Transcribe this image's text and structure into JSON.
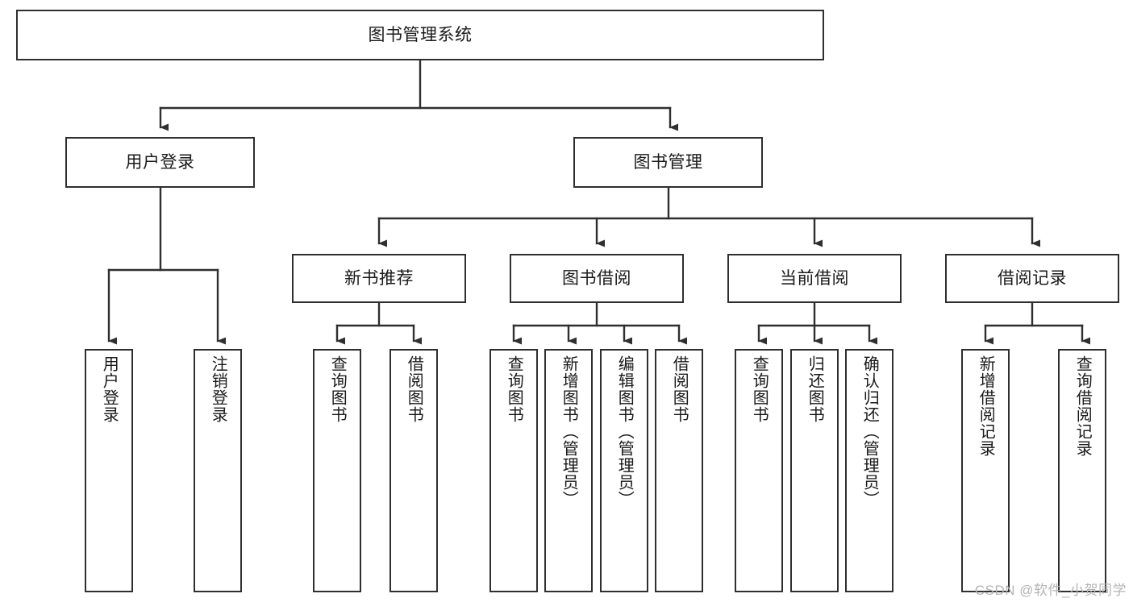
{
  "diagram": {
    "title": "图书管理系统",
    "type": "tree",
    "watermark": "CSDN @软件_小贺同学",
    "colors": {
      "stroke": "#2f2f2f",
      "fill": "#ffffff",
      "text": "#1a1a1a",
      "watermark": "#b4b4b4"
    },
    "levels": {
      "root": {
        "label": "图书管理系统"
      },
      "level2": [
        {
          "id": "user-login",
          "label": "用户登录"
        },
        {
          "id": "book-manage",
          "label": "图书管理"
        }
      ],
      "level3": [
        {
          "id": "new-book-rec",
          "label": "新书推荐"
        },
        {
          "id": "book-borrow",
          "label": "图书借阅"
        },
        {
          "id": "current-borrow",
          "label": "当前借阅"
        },
        {
          "id": "borrow-record",
          "label": "借阅记录"
        }
      ],
      "leaves": {
        "user-login": [
          {
            "id": "leaf-user-login",
            "label": "用户登录"
          },
          {
            "id": "leaf-user-logout",
            "label": "注销登录"
          }
        ],
        "new-book-rec": [
          {
            "id": "leaf-query-book-1",
            "label": "查询图书"
          },
          {
            "id": "leaf-borrow-book-1",
            "label": "借阅图书"
          }
        ],
        "book-borrow": [
          {
            "id": "leaf-query-book-2",
            "label": "查询图书"
          },
          {
            "id": "leaf-add-book",
            "label": "新增图书（管理员）"
          },
          {
            "id": "leaf-edit-book",
            "label": "编辑图书（管理员）"
          },
          {
            "id": "leaf-borrow-book-2",
            "label": "借阅图书"
          }
        ],
        "current-borrow": [
          {
            "id": "leaf-query-book-3",
            "label": "查询图书"
          },
          {
            "id": "leaf-return-book",
            "label": "归还图书"
          },
          {
            "id": "leaf-confirm-return",
            "label": "确认归还（管理员）"
          }
        ],
        "borrow-record": [
          {
            "id": "leaf-add-record",
            "label": "新增借阅记录"
          },
          {
            "id": "leaf-query-record",
            "label": "查询借阅记录"
          }
        ]
      }
    }
  }
}
